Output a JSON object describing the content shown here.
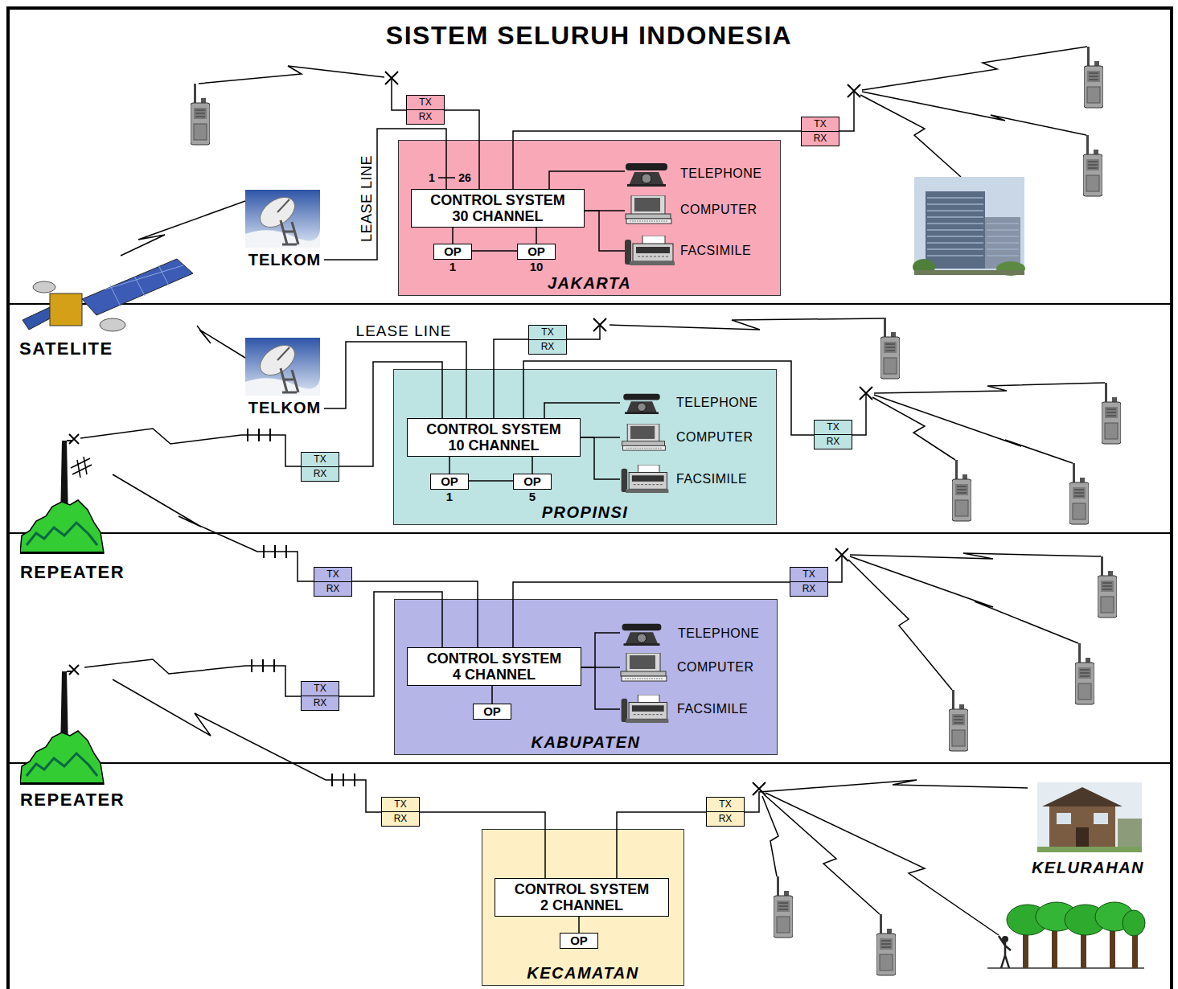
{
  "diagram": {
    "title": "SISTEM SELURUH INDONESIA",
    "nodes": [
      {
        "text": [
          "TX",
          "RX"
        ]
      },
      {
        "text": [
          "TX",
          "RX"
        ]
      },
      {
        "text": [
          "JAKARTA"
        ]
      },
      {
        "text": [
          "CONTROL SYSTEM 30 CHANNEL"
        ],
        "in": 2
      },
      {
        "text": [
          "OP",
          "1"
        ],
        "in": 2
      },
      {
        "text": [
          "OP",
          "10"
        ],
        "in": 2
      },
      {
        "text": [
          "TELEPHONE"
        ],
        "in": 2
      },
      {
        "text": [
          "COMPUTER"
        ],
        "in": 2
      },
      {
        "text": [
          "FACSIMILE"
        ],
        "in": 2
      },
      {
        "text": [
          "TELKOM"
        ]
      },
      {
        "text": [
          "SATELITE"
        ]
      },
      {
        "text": [
          "TX",
          "RX"
        ]
      },
      {
        "text": [
          "TELKOM"
        ]
      },
      {
        "text": [
          "PROPINSI"
        ]
      },
      {
        "text": [
          "CONTROL SYSTEM 10 CHANNEL"
        ],
        "in": 13
      },
      {
        "text": [
          "OP",
          "1"
        ],
        "in": 13
      },
      {
        "text": [
          "OP",
          "5"
        ],
        "in": 13
      },
      {
        "text": [
          "TELEPHONE"
        ],
        "in": 13
      },
      {
        "text": [
          "COMPUTER"
        ],
        "in": 13
      },
      {
        "text": [
          "FACSIMILE"
        ],
        "in": 13
      },
      {
        "text": [
          "TX",
          "RX"
        ]
      },
      {
        "text": [
          "TX",
          "RX"
        ]
      },
      {
        "text": [
          "REPEATER"
        ]
      },
      {
        "text": [
          "TX",
          "RX"
        ]
      },
      {
        "text": [
          "TX",
          "RX"
        ]
      },
      {
        "text": [
          "KABUPATEN"
        ]
      },
      {
        "text": [
          "CONTROL SYSTEM 4 CHANNEL"
        ],
        "in": 25
      },
      {
        "text": [
          "OP"
        ],
        "in": 25
      },
      {
        "text": [
          "TELEPHONE"
        ],
        "in": 25
      },
      {
        "text": [
          "COMPUTER"
        ],
        "in": 25
      },
      {
        "text": [
          "FACSIMILE"
        ],
        "in": 25
      },
      {
        "text": [
          "TX",
          "RX"
        ]
      },
      {
        "text": [
          "REPEATER"
        ]
      },
      {
        "text": [
          "TX",
          "RX"
        ]
      },
      {
        "text": [
          "TX",
          "RX"
        ]
      },
      {
        "text": [
          "KELURAHAN"
        ]
      },
      {
        "text": [
          "KECAMATAN"
        ]
      },
      {
        "text": [
          "CONTROL SYSTEM 2 CHANNEL"
        ],
        "in": 36
      },
      {
        "text": [
          "OP"
        ],
        "in": 36
      }
    ],
    "edges": [
      {
        "from": 10,
        "to": 9,
        "arrow": "none"
      },
      {
        "from": 10,
        "to": 12,
        "arrow": "none"
      },
      {
        "from": 9,
        "to": 3,
        "label": "LEASE LINE",
        "arrow": "none"
      },
      {
        "from": 0,
        "to": 3,
        "arrow": "none"
      },
      {
        "from": 1,
        "to": 3,
        "arrow": "none"
      },
      {
        "from": 3,
        "to": 6,
        "arrow": "none"
      },
      {
        "from": 3,
        "to": 7,
        "arrow": "none"
      },
      {
        "from": 3,
        "to": 8,
        "arrow": "none"
      },
      {
        "from": 3,
        "to": 4,
        "arrow": "none"
      },
      {
        "from": 3,
        "to": 5,
        "arrow": "none"
      },
      {
        "from": 4,
        "to": 5,
        "arrow": "none"
      },
      {
        "from": 12,
        "to": 14,
        "label": "LEASE LINE",
        "arrow": "none"
      },
      {
        "from": 11,
        "to": 14,
        "arrow": "none"
      },
      {
        "from": 20,
        "to": 14,
        "arrow": "none"
      },
      {
        "from": 21,
        "to": 14,
        "arrow": "none"
      },
      {
        "from": 14,
        "to": 17,
        "arrow": "none"
      },
      {
        "from": 14,
        "to": 18,
        "arrow": "none"
      },
      {
        "from": 14,
        "to": 19,
        "arrow": "none"
      },
      {
        "from": 14,
        "to": 15,
        "arrow": "none"
      },
      {
        "from": 14,
        "to": 16,
        "arrow": "none"
      },
      {
        "from": 15,
        "to": 16,
        "arrow": "none"
      },
      {
        "from": 22,
        "to": 20,
        "arrow": "none"
      },
      {
        "from": 22,
        "to": 23,
        "arrow": "none"
      },
      {
        "from": 23,
        "to": 26,
        "arrow": "none"
      },
      {
        "from": 24,
        "to": 26,
        "arrow": "none"
      },
      {
        "from": 31,
        "to": 26,
        "arrow": "none"
      },
      {
        "from": 26,
        "to": 28,
        "arrow": "none"
      },
      {
        "from": 26,
        "to": 29,
        "arrow": "none"
      },
      {
        "from": 26,
        "to": 30,
        "arrow": "none"
      },
      {
        "from": 26,
        "to": 27,
        "arrow": "none"
      },
      {
        "from": 32,
        "to": 31,
        "arrow": "none"
      },
      {
        "from": 32,
        "to": 33,
        "arrow": "none"
      },
      {
        "from": 33,
        "to": 37,
        "arrow": "none"
      },
      {
        "from": 34,
        "to": 37,
        "arrow": "none"
      },
      {
        "from": 37,
        "to": 38,
        "arrow": "none"
      },
      {
        "from": 34,
        "to": 35,
        "arrow": "none"
      }
    ],
    "labels": [
      "1",
      "26"
    ]
  }
}
